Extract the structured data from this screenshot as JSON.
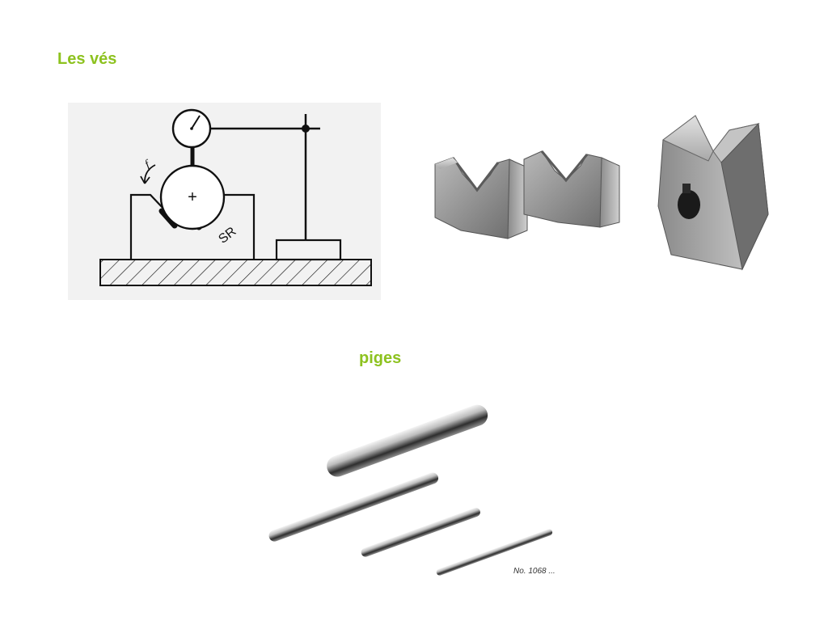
{
  "colors": {
    "heading": "#8dc21f",
    "diagram_bg": "#f2f2f2",
    "ink": "#111111",
    "block_gray": "#9a9a9a"
  },
  "sections": {
    "ves": {
      "title": "Les vés",
      "diagram": {
        "label_feed": "f",
        "label_center": "+",
        "label_sr": "SR"
      }
    },
    "piges": {
      "title": "piges",
      "caption": "No. 1068 ..."
    }
  }
}
